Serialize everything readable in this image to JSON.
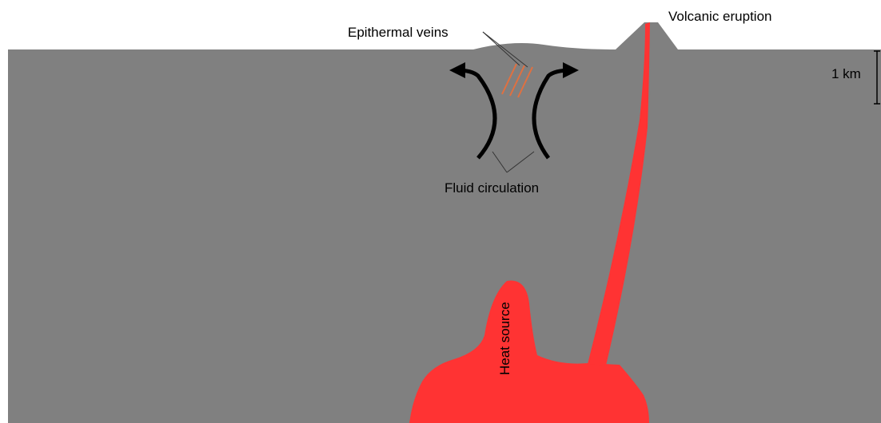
{
  "labels": {
    "volcanic_eruption": "Volcanic eruption",
    "epithermal_veins": "Epithermal veins",
    "scale": "1 km",
    "fluid_circulation": "Fluid circulation",
    "heat_source": "Heat source"
  },
  "colors": {
    "background": "#ffffff",
    "crust": "#808080",
    "magma": "#ff3333",
    "veins": "#e07040",
    "arrows": "#000000",
    "text": "#000000"
  }
}
